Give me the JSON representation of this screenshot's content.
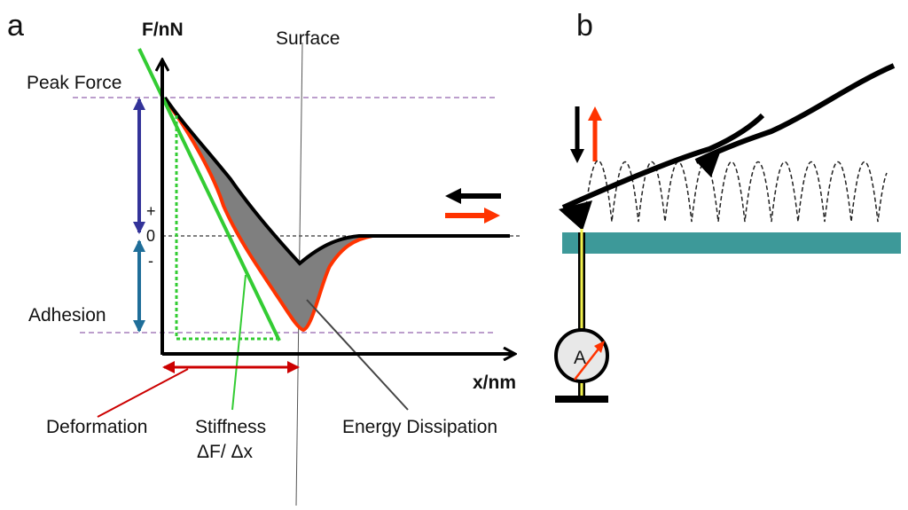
{
  "panel_a": {
    "letter": "a",
    "y_axis_label": "F/nN",
    "x_axis_label": "x/nm",
    "surface_label": "Surface",
    "peak_force_label": "Peak Force",
    "adhesion_label": "Adhesion",
    "plus_sign": "+",
    "zero_label": "0",
    "minus_sign": "-",
    "deformation_label": "Deformation",
    "stiffness_label": "Stiffness",
    "stiffness_formula": "ΔF/ Δx",
    "energy_dissipation_label": "Energy Dissipation"
  },
  "panel_b": {
    "letter": "b",
    "ammeter_label": "A"
  },
  "colors": {
    "approach_curve": "#ff3300",
    "retract_curve": "#000000",
    "dissipation_fill": "#7f7f7f",
    "stiffness_line": "#33cc33",
    "deformation_arrow": "#cc0000",
    "peak_force_arrow": "#333399",
    "adhesion_arrow": "#1f6e99",
    "reference_lines": "#7a3d99",
    "sample_surface": "#3d9999",
    "conductive_wire": "#f2f24d",
    "up_arrow": "#ff3300"
  }
}
